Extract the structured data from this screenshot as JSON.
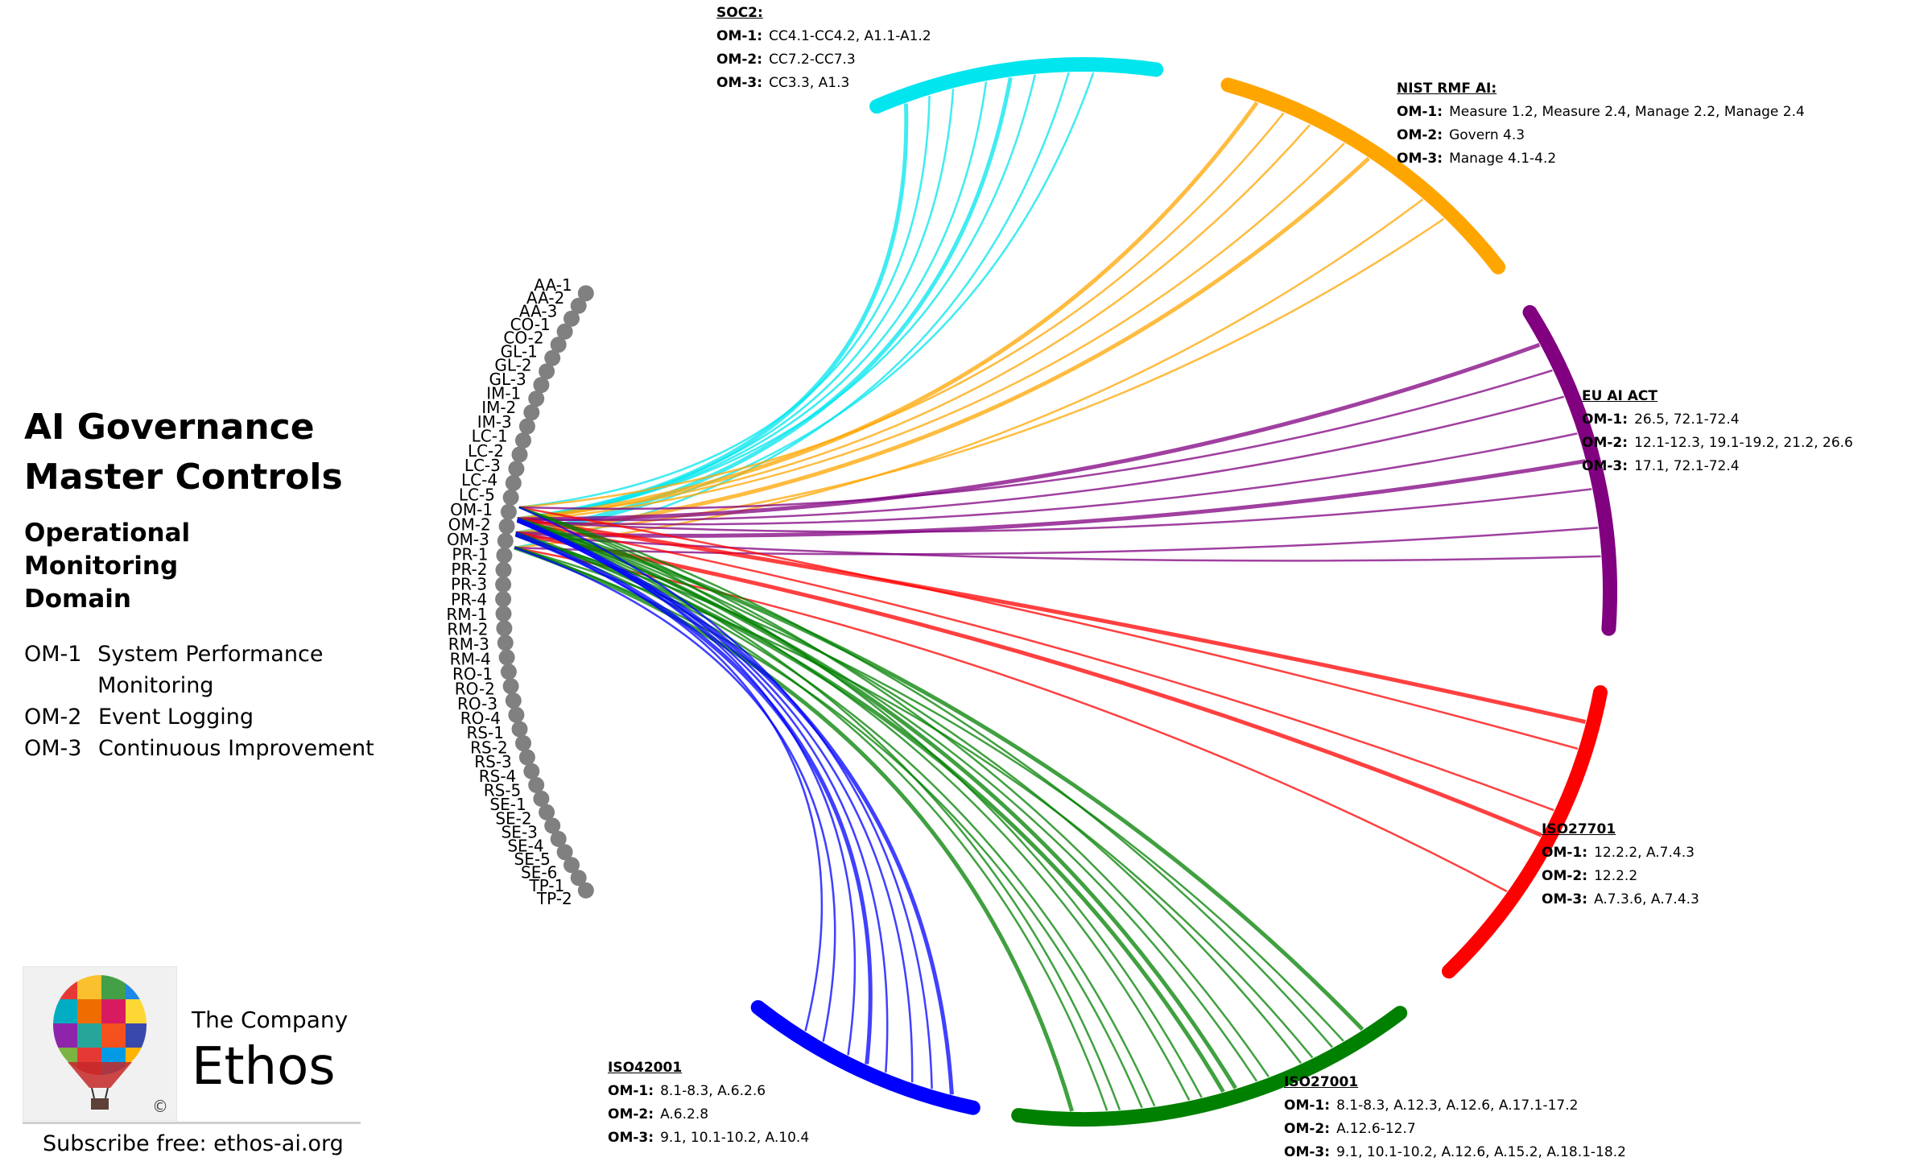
{
  "title_lines": [
    "AI Governance",
    "Master Controls"
  ],
  "subtitle_lines": [
    "Operational",
    "Monitoring",
    "Domain"
  ],
  "control_definitions": [
    {
      "code": "OM-1",
      "name": "System Performance Monitoring"
    },
    {
      "code": "OM-2",
      "name": "Event Logging"
    },
    {
      "code": "OM-3",
      "name": "Continuous Improvement"
    }
  ],
  "logo": {
    "line1": "The Company",
    "line2": "Ethos",
    "copyright": "©"
  },
  "subscribe": "Subscribe free: ethos-ai.org",
  "control_nodes": [
    "AA-1",
    "AA-2",
    "AA-3",
    "CO-1",
    "CO-2",
    "GL-1",
    "GL-2",
    "GL-3",
    "IM-1",
    "IM-2",
    "IM-3",
    "LC-1",
    "LC-2",
    "LC-3",
    "LC-4",
    "LC-5",
    "OM-1",
    "OM-2",
    "OM-3",
    "PR-1",
    "PR-2",
    "PR-3",
    "PR-4",
    "RM-1",
    "RM-2",
    "RM-3",
    "RM-4",
    "RO-1",
    "RO-2",
    "RO-3",
    "RO-4",
    "RS-1",
    "RS-2",
    "RS-3",
    "RS-4",
    "RS-5",
    "SE-1",
    "SE-2",
    "SE-3",
    "SE-4",
    "SE-5",
    "SE-6",
    "TP-1",
    "TP-2"
  ],
  "node_color": "#808080",
  "frameworks": [
    {
      "key": "soc2",
      "title": "SOC2:",
      "color": "#00e5ee",
      "arc_deg": [
        -113,
        -82
      ],
      "link_count": 8,
      "rows": [
        {
          "label": "OM-1:",
          "value": "CC4.1-CC4.2,  A1.1-A1.2"
        },
        {
          "label": "OM-2:",
          "value": "CC7.2-CC7.3"
        },
        {
          "label": "OM-3:",
          "value": "CC3.3, A1.3"
        }
      ]
    },
    {
      "key": "nist",
      "title": "NIST RMF AI:",
      "color": "#ffa500",
      "arc_deg": [
        -74,
        -38
      ],
      "link_count": 7,
      "rows": [
        {
          "label": "OM-1:",
          "value": "Measure 1.2, Measure 2.4, Manage 2.2,  Manage 2.4"
        },
        {
          "label": "OM-2:",
          "value": "Govern 4.3"
        },
        {
          "label": "OM-3:",
          "value": "Manage 4.1-4.2"
        }
      ]
    },
    {
      "key": "euai",
      "title": "EU AI ACT",
      "color": "#800080",
      "arc_deg": [
        -32,
        4
      ],
      "link_count": 8,
      "rows": [
        {
          "label": "OM-1:",
          "value": "26.5,  72.1-72.4"
        },
        {
          "label": "OM-2:",
          "value": "12.1-12.3, 19.1-19.2, 21.2, 26.6"
        },
        {
          "label": "OM-3:",
          "value": "17.1, 72.1-72.4"
        }
      ]
    },
    {
      "key": "iso27701",
      "title": "ISO27701",
      "color": "#ff0000",
      "arc_deg": [
        11,
        46
      ],
      "link_count": 5,
      "rows": [
        {
          "label": "OM-1:",
          "value": "12.2.2,  A.7.4.3"
        },
        {
          "label": "OM-2:",
          "value": "12.2.2"
        },
        {
          "label": "OM-3:",
          "value": "A.7.3.6,  A.7.4.3"
        }
      ]
    },
    {
      "key": "iso27001",
      "title": "ISO27001",
      "color": "#008000",
      "arc_deg": [
        53,
        97
      ],
      "link_count": 16,
      "rows": [
        {
          "label": "OM-1:",
          "value": "8.1-8.3,  A.12.3,  A.12.6,  A.17.1-17.2"
        },
        {
          "label": "OM-2:",
          "value": "A.12.6-12.7"
        },
        {
          "label": "OM-3:",
          "value": "9.1,  10.1-10.2,  A.12.6, A.15.2,  A.18.1-18.2"
        }
      ]
    },
    {
      "key": "iso42001",
      "title": "ISO42001",
      "color": "#0000ff",
      "arc_deg": [
        102,
        128
      ],
      "link_count": 8,
      "rows": [
        {
          "label": "OM-1:",
          "value": "8.1-8.3,  A.6.2.6"
        },
        {
          "label": "OM-2:",
          "value": "A.6.2.8"
        },
        {
          "label": "OM-3:",
          "value": "9.1, 10.1-10.2,  A.10.4"
        }
      ]
    }
  ]
}
